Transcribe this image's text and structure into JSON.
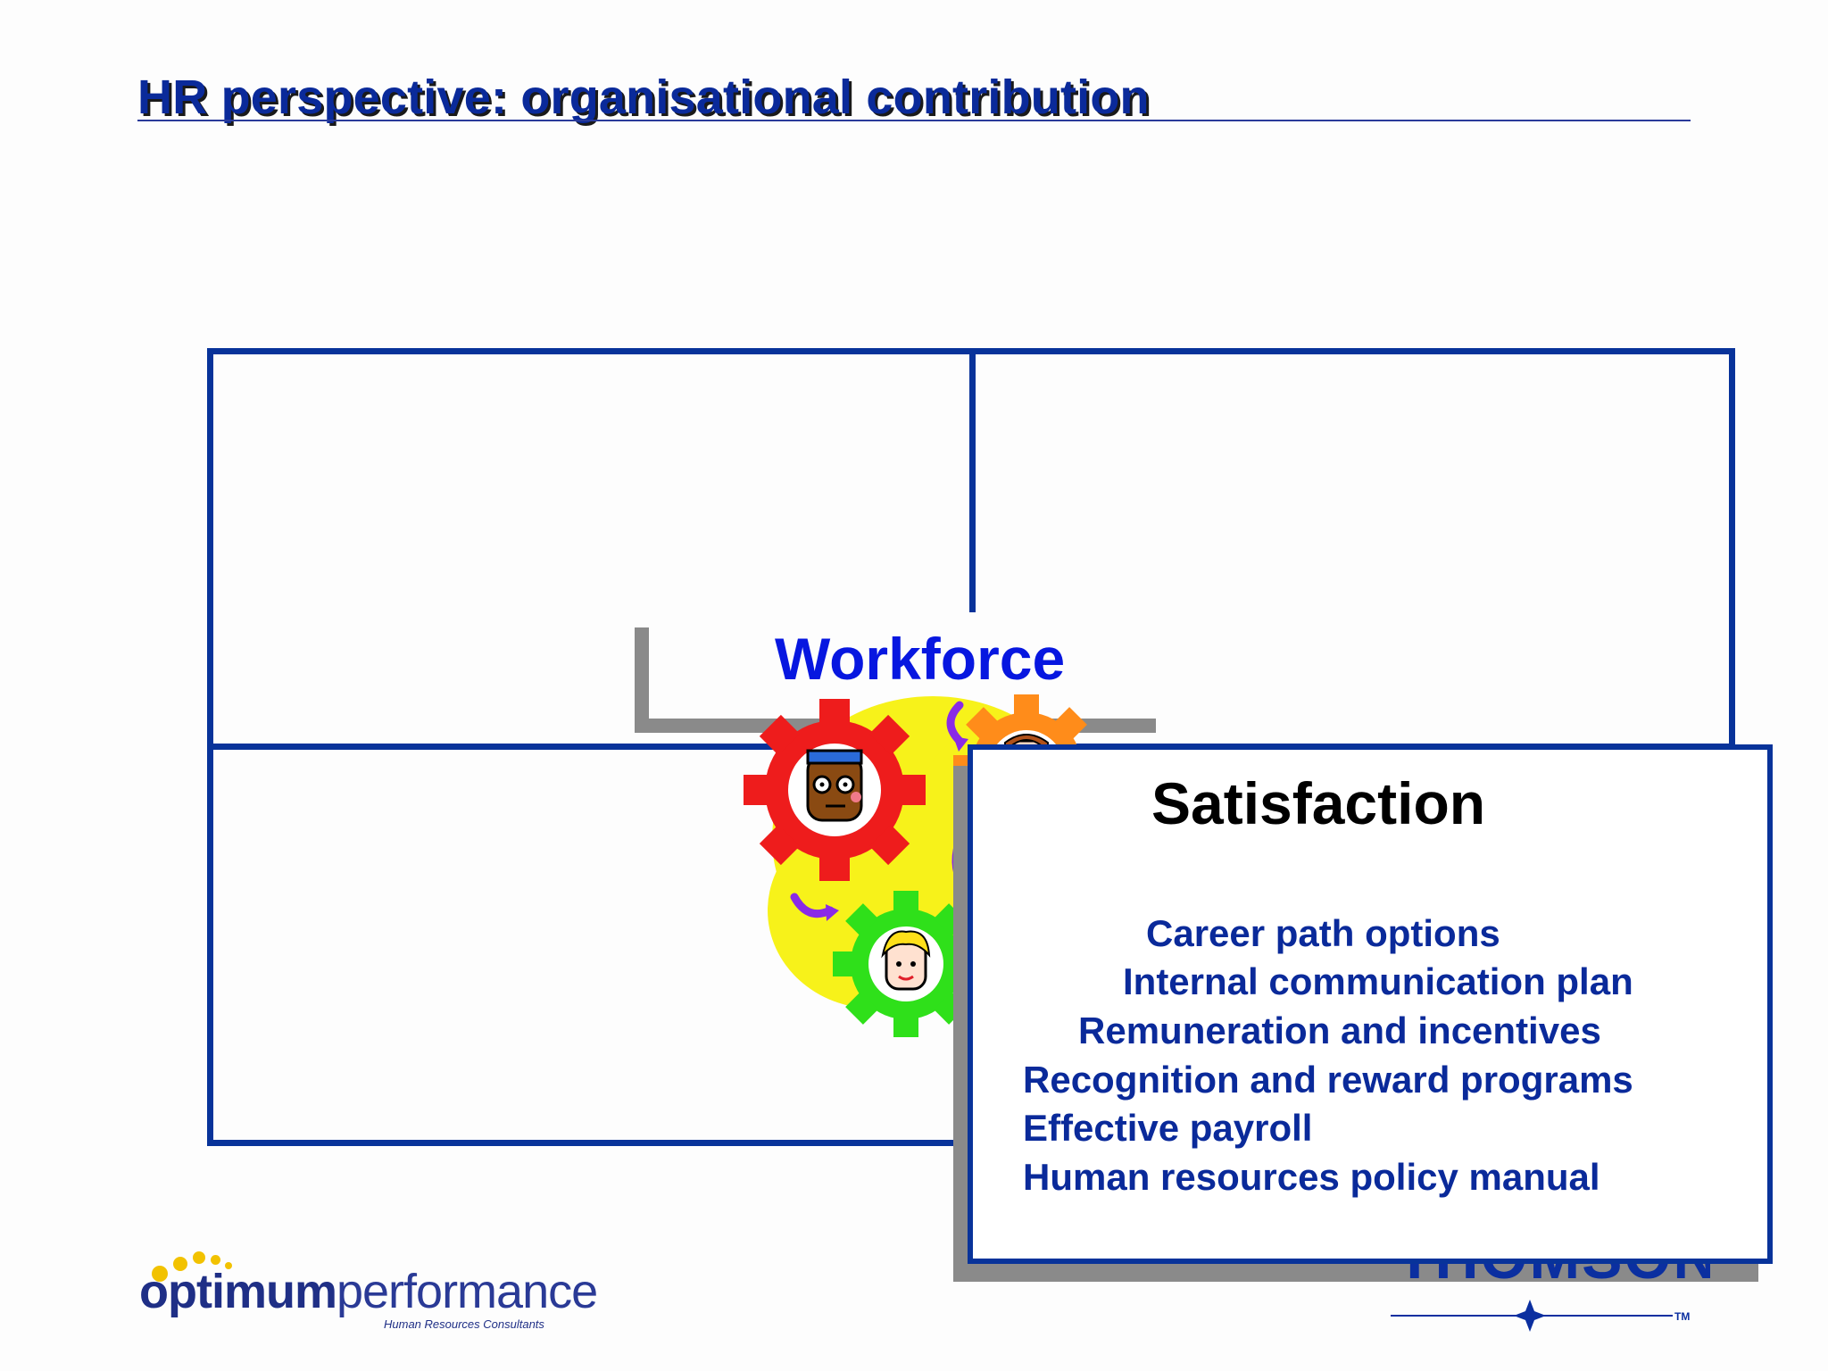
{
  "slide": {
    "title": "HR perspective: organisational contribution"
  },
  "diagram": {
    "center_label": "Workforce",
    "callout": {
      "title": "Satisfaction",
      "items": [
        "Career path options",
        "Internal communication plan",
        "Remuneration and incentives",
        "Recognition and reward programs",
        "Effective payroll",
        "Human resources policy manual"
      ]
    }
  },
  "logos": {
    "optimum": {
      "bold": "optimum",
      "light": "performance",
      "tagline": "Human Resources Consultants"
    },
    "thomson": {
      "word": "THOMSON",
      "tm": "TM"
    }
  },
  "colors": {
    "frame": "#08339a",
    "title_text": "#0a2a9a",
    "workforce_text": "#0717e0",
    "gear_red": "#ee1c1c",
    "gear_orange": "#ff8c1a",
    "gear_green": "#2fe01a",
    "gear_blue": "#2f93f2",
    "blob_yellow": "#f7f21a"
  },
  "icons": [
    "gear-red-icon",
    "gear-orange-icon",
    "gear-green-icon",
    "gear-blue-icon",
    "person-face-icon",
    "curved-arrow-icon",
    "star-icon"
  ]
}
